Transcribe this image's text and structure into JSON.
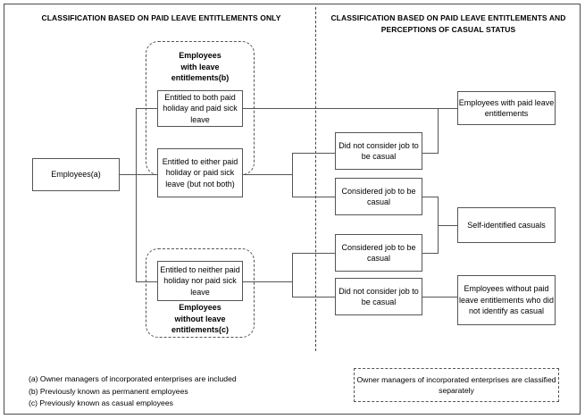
{
  "headings": {
    "left": "CLASSIFICATION BASED ON PAID LEAVE ENTITLEMENTS ONLY",
    "right": "CLASSIFICATION BASED ON PAID LEAVE ENTITLEMENTS AND PERCEPTIONS OF CASUAL STATUS"
  },
  "groups": {
    "with_entitlements_label": "Employees\nwith leave\nentitlements(b)",
    "without_entitlements_label": "Employees\nwithout leave\nentitlements(c)"
  },
  "boxes": {
    "root": "Employees(a)",
    "both_paid": "Entitled to both paid holiday and paid sick leave",
    "either_paid": "Entitled to either paid holiday or paid sick leave (but not both)",
    "neither_paid": "Entitled to neither paid holiday nor paid sick leave",
    "not_casual_upper": "Did not consider job to be casual",
    "casual_upper": "Considered job to be casual",
    "casual_lower": "Considered job to be casual",
    "not_casual_lower": "Did not consider job to be casual",
    "with_paid_leave": "Employees with paid leave entitlements",
    "self_identified": "Self-identified casuals",
    "without_paid_leave": "Employees without paid leave entitlements who did not identify as casual"
  },
  "footnotes": "(a) Owner managers of incorporated enterprises are included\n(b) Previously known as permanent employees\n(c) Previously known as casual employees",
  "note_box": "Owner managers of incorporated enterprises are classified separately",
  "colors": {
    "stroke": "#555555",
    "frame": "#4a4a4a",
    "text": "#000000",
    "background": "#ffffff"
  }
}
